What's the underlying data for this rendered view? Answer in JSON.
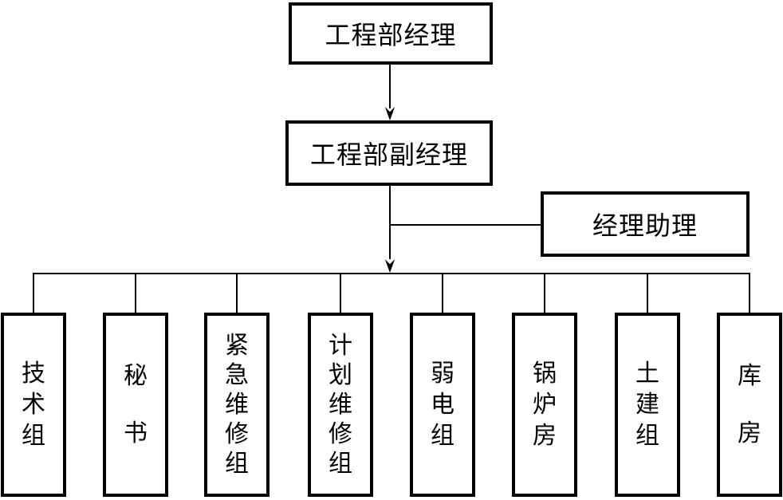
{
  "nodes": {
    "manager": {
      "label": "工程部经理"
    },
    "deputy": {
      "label": "工程部副经理"
    },
    "assistant": {
      "label": "经理助理"
    }
  },
  "units": [
    {
      "label": "技术组"
    },
    {
      "label": "秘书"
    },
    {
      "label": "紧急维修组"
    },
    {
      "label": "计划维修组"
    },
    {
      "label": "弱电组"
    },
    {
      "label": "锅炉房"
    },
    {
      "label": "土建组"
    },
    {
      "label": "库房"
    }
  ],
  "colors": {
    "line": "#000000",
    "box_border": "#000000",
    "background": "#ffffff",
    "text": "#000000"
  }
}
